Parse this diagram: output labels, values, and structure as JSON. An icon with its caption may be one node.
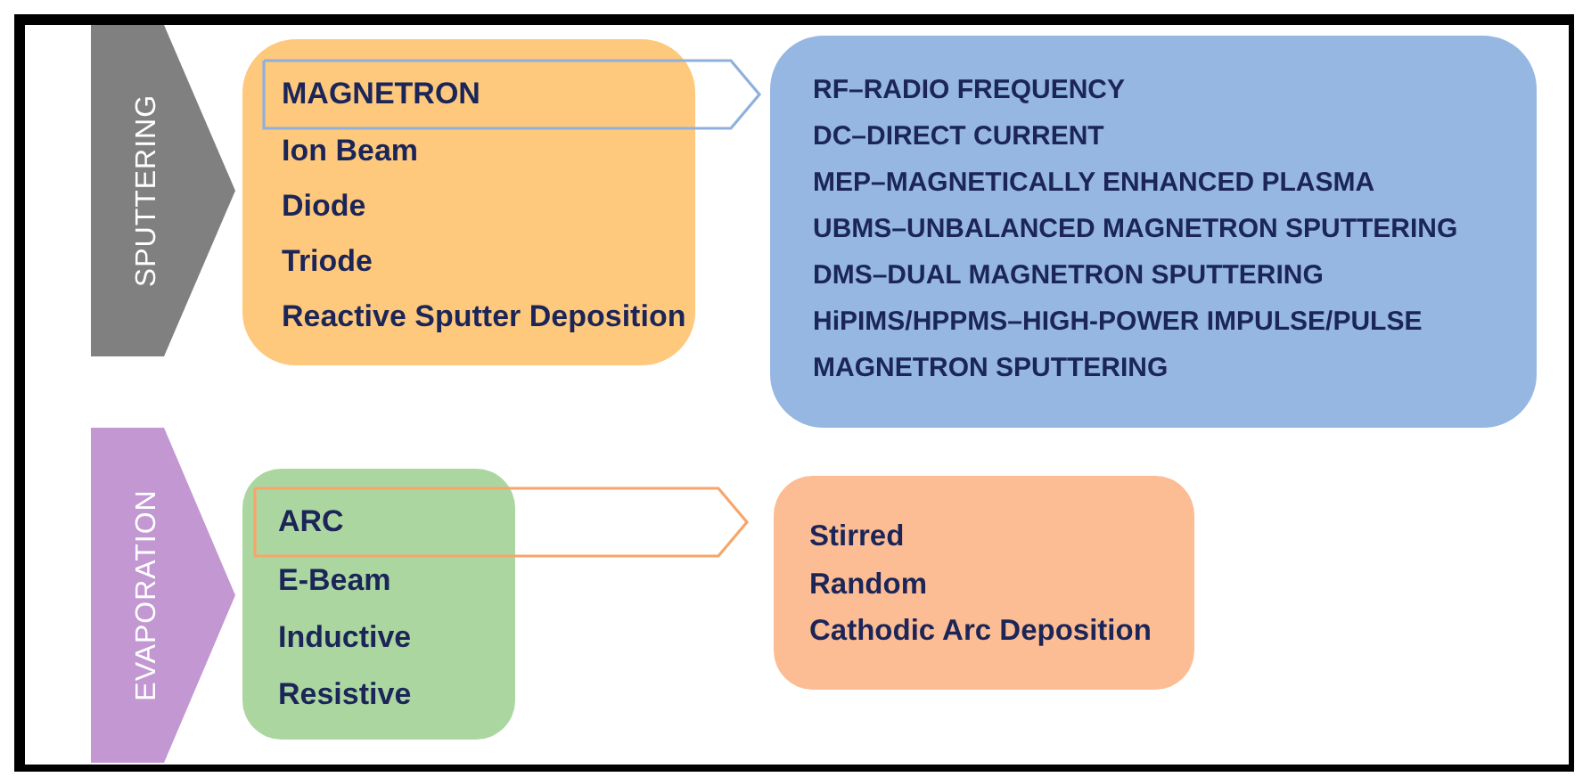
{
  "diagram": {
    "nodes": [
      {
        "text": [
          "SPUTTERING"
        ]
      },
      {
        "text": [
          "MAGNETRON"
        ]
      },
      {
        "text": [
          "Ion Beam",
          "Diode",
          "Triode",
          "Reactive Sputter Deposition"
        ]
      },
      {
        "text": [
          "RF–RADIO FREQUENCY",
          "DC–DIRECT CURRENT",
          "MEP–MAGNETICALLY ENHANCED PLASMA",
          "UBMS–UNBALANCED MAGNETRON SPUTTERING",
          "DMS–DUAL MAGNETRON SPUTTERING",
          "HiPIMS/HPPMS–HIGH-POWER IMPULSE/PULSE MAGNETRON SPUTTERING"
        ]
      },
      {
        "text": [
          "EVAPORATION"
        ]
      },
      {
        "text": [
          "ARC"
        ]
      },
      {
        "text": [
          "E-Beam",
          "Inductive",
          "Resistive"
        ]
      },
      {
        "text": [
          "Stirred",
          "Random",
          "Cathodic Arc Deposition"
        ]
      }
    ]
  }
}
